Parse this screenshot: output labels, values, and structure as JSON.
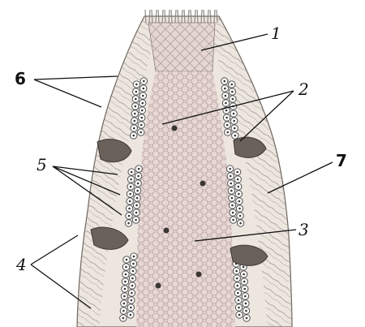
{
  "figure": {
    "labels": [
      {
        "id": "1",
        "text": "1"
      },
      {
        "id": "2",
        "text": "2"
      },
      {
        "id": "3",
        "text": "3"
      },
      {
        "id": "4",
        "text": "4"
      },
      {
        "id": "5",
        "text": "5"
      },
      {
        "id": "6",
        "text": "6"
      },
      {
        "id": "7",
        "text": "7"
      }
    ]
  },
  "colors": {
    "lumen": "#e7d8d5",
    "lumen_cell_stroke": "#b9a6a2",
    "wall": "#ece5df",
    "cilia": "#8a8a80",
    "epithelium_cell": "#ffffff",
    "dark_fold": "#5e5650",
    "ink": "#222222"
  }
}
